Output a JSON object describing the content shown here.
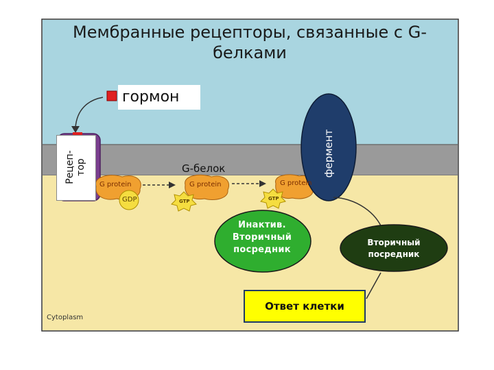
{
  "title": "Мембранные рецепторы, связанные с G-белками",
  "labels": {
    "hormone": "гормон",
    "receptor": "Рецеп-\nтор",
    "enzyme": "фермент",
    "g_protein_ru": "G-белок",
    "inactive_messenger": "Инактив. Вторичный посредник",
    "second_messenger": "Вторичный посредник",
    "cell_response": "Ответ клетки",
    "cytoplasm": "Cytoplasm"
  },
  "figure_labels": {
    "g_protein": "G protein",
    "gdp": "GDP",
    "gtp": "GTP"
  },
  "colors": {
    "extracellular": "#a9d5e0",
    "membrane": "#9a9a9a",
    "cytoplasm": "#f6e7a6",
    "receptor": "#7a3e8f",
    "g_protein": "#f0a030",
    "nucleotide": "#f5dd40",
    "enzyme": "#1f3d6b",
    "inactive_oval": "#2fae2f",
    "second_oval": "#1f3d12",
    "response_box": "#ffff00"
  }
}
